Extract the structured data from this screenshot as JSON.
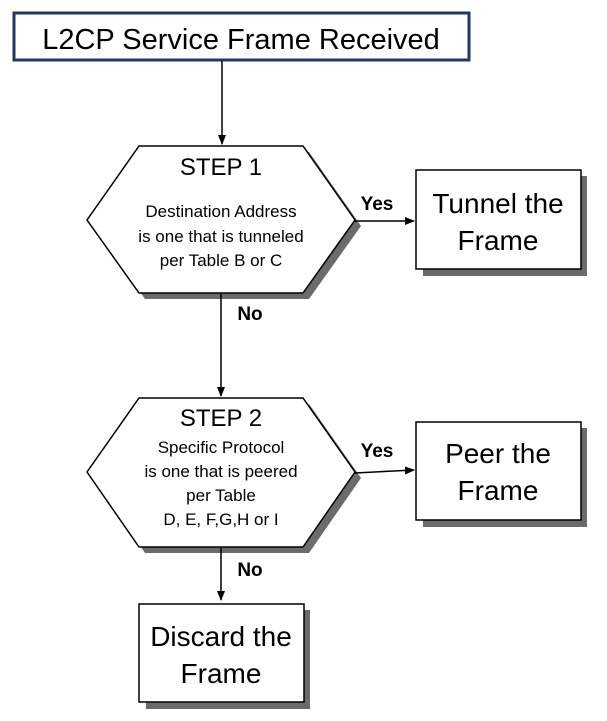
{
  "start": {
    "label": "L2CP Service Frame Received"
  },
  "step1": {
    "title": "STEP 1",
    "lines": [
      "Destination Address",
      "is one that is tunneled",
      "per Table B or C"
    ]
  },
  "step2": {
    "title": "STEP 2",
    "lines": [
      "Specific Protocol",
      "is one that is peered",
      "per Table",
      "D, E, F,G,H or I"
    ]
  },
  "tunnel": {
    "lines": [
      "Tunnel the",
      "Frame"
    ]
  },
  "peer": {
    "lines": [
      "Peer the",
      "Frame"
    ]
  },
  "discard": {
    "lines": [
      "Discard the",
      "Frame"
    ]
  },
  "edges": {
    "step1_yes": "Yes",
    "step1_no": "No",
    "step2_yes": "Yes",
    "step2_no": "No"
  },
  "colors": {
    "start_border": "#1f3864",
    "stroke": "#000000",
    "shadow": "#7f7f7f"
  }
}
